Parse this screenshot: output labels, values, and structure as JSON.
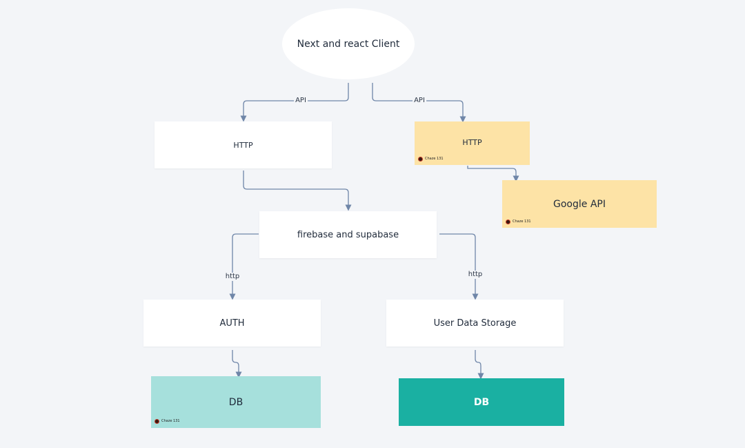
{
  "diagram": {
    "nodes": {
      "client": {
        "label": "Next and react Client"
      },
      "http_left": {
        "label": "HTTP"
      },
      "http_right": {
        "label": "HTTP",
        "author": "Chaze 131"
      },
      "google_api": {
        "label": "Google API",
        "author": "Chaze 131"
      },
      "firebase": {
        "label": "firebase and supabase"
      },
      "auth": {
        "label": "AUTH"
      },
      "user_storage": {
        "label": "User Data Storage"
      },
      "db_left": {
        "label": "DB",
        "author": "Chaze 131"
      },
      "db_right": {
        "label": "DB"
      }
    },
    "edge_labels": {
      "client_to_http_left": "API",
      "client_to_http_right": "API",
      "firebase_to_auth": "http",
      "firebase_to_storage": "http"
    },
    "colors": {
      "background": "#f3f5f8",
      "white_node": "#ffffff",
      "yellow_node": "#fde3a6",
      "mint_node": "#a6e0dc",
      "teal_node": "#1ab0a2",
      "connector": "#6f86a8"
    }
  }
}
